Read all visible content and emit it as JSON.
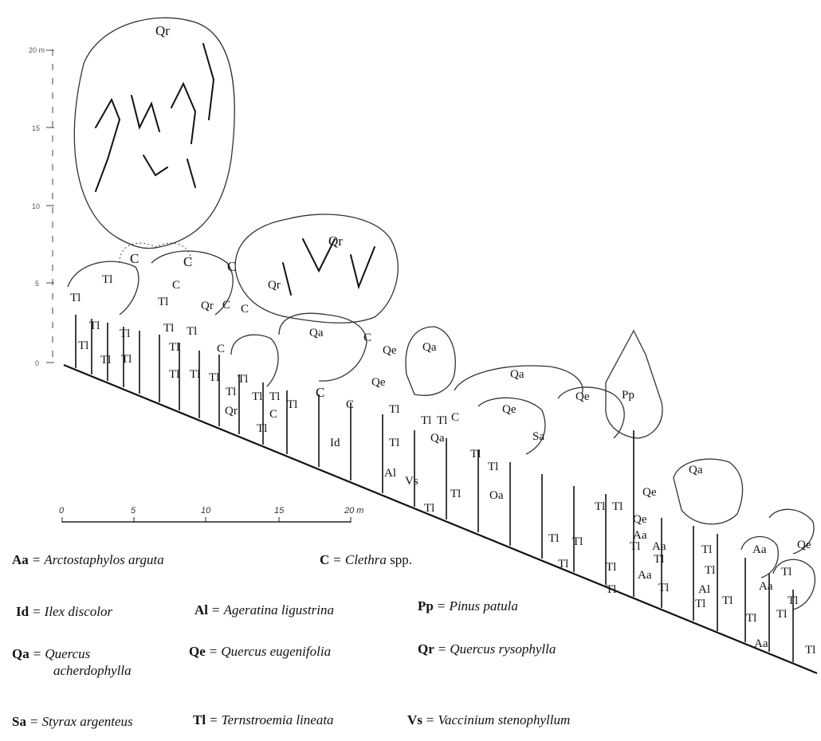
{
  "height_axis": {
    "ticks": [
      "0",
      "5",
      "10",
      "15",
      "20 m"
    ]
  },
  "distance_scale": {
    "ticks": [
      "0",
      "5",
      "10",
      "15",
      "20 m"
    ]
  },
  "profile_labels": {
    "qr": "Qr",
    "c": "C",
    "tl": "Tl",
    "qa": "Qa",
    "qe": "Qe",
    "pp": "Pp",
    "sa": "Sa",
    "id": "Id",
    "al": "Al",
    "vs": "Vs",
    "aa": "Aa",
    "oa": "Oa"
  },
  "legend": [
    {
      "code": "Aa",
      "name": "Arctostaphylos arguta"
    },
    {
      "code": "C",
      "name": "Clethra",
      "suffix": "spp."
    },
    {
      "code": "Id",
      "name": "Ilex discolor"
    },
    {
      "code": "Al",
      "name": "Ageratina ligustrina"
    },
    {
      "code": "Pp",
      "name": "Pinus patula"
    },
    {
      "code": "Qa",
      "name": "Quercus",
      "name2": "acherdophylla"
    },
    {
      "code": "Qe",
      "name": "Quercus eugenifolia"
    },
    {
      "code": "Qr",
      "name": "Quercus rysophylla"
    },
    {
      "code": "Sa",
      "name": "Styrax argenteus"
    },
    {
      "code": "Tl",
      "name": "Ternstroemia lineata"
    },
    {
      "code": "Vs",
      "name": "Vaccinium stenophyllum"
    }
  ],
  "colors": {
    "ink": "#111111",
    "paper": "#ffffff"
  }
}
